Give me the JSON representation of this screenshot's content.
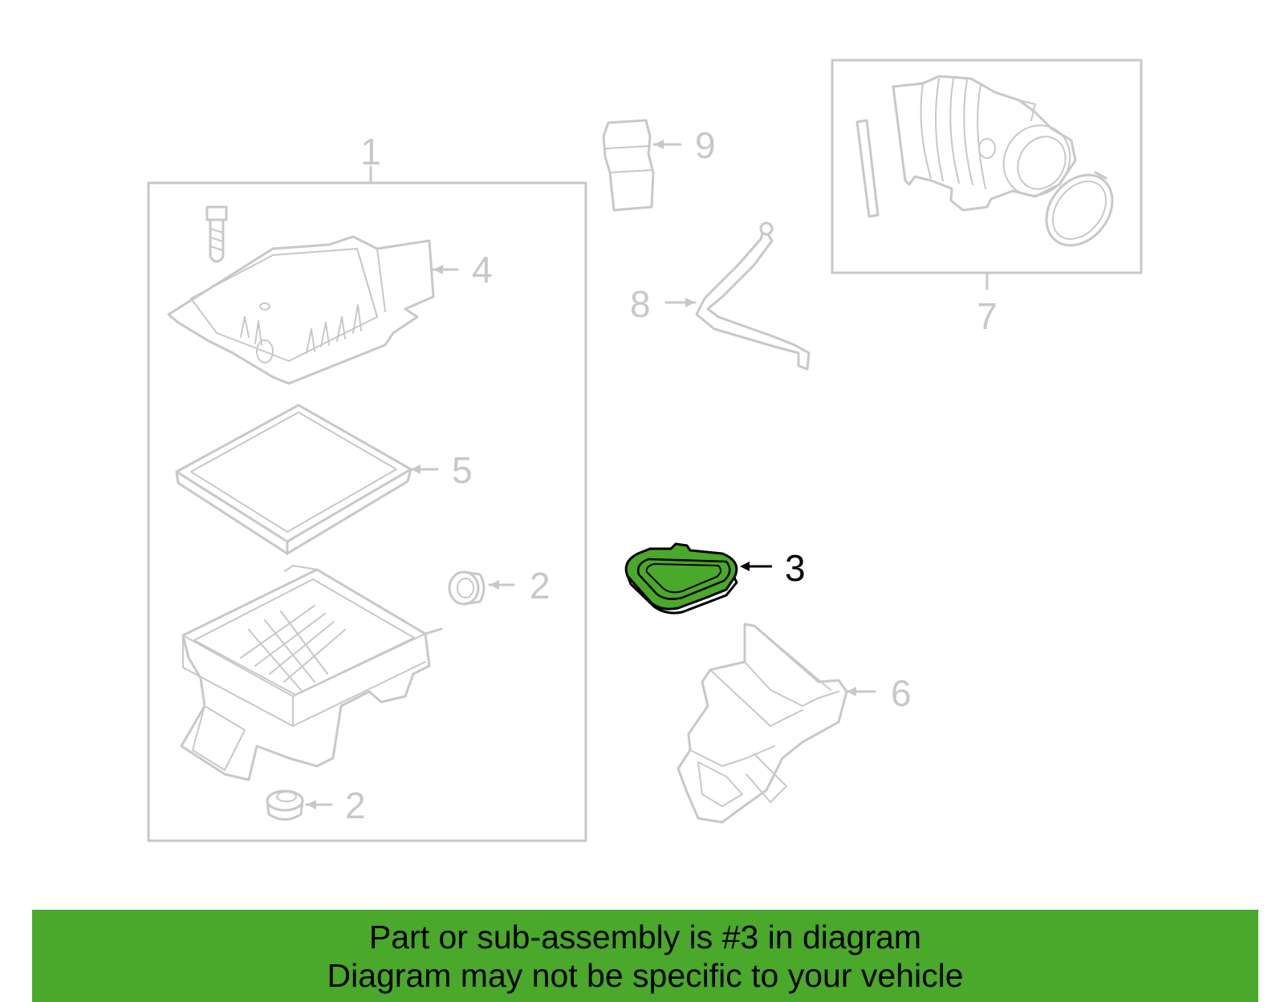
{
  "callouts": {
    "c1": "1",
    "c2a": "2",
    "c2b": "2",
    "c3": "3",
    "c4": "4",
    "c5": "5",
    "c6": "6",
    "c7": "7",
    "c8": "8",
    "c9": "9"
  },
  "highlighted_part": "3",
  "colors": {
    "highlight_fill": "#4aa82a",
    "line_gray": "#c8c8c8",
    "banner_bg": "#4aa82a"
  },
  "banner": {
    "line1": "Part or sub-assembly is #3 in diagram",
    "line2": "Diagram may not be specific to your vehicle"
  }
}
